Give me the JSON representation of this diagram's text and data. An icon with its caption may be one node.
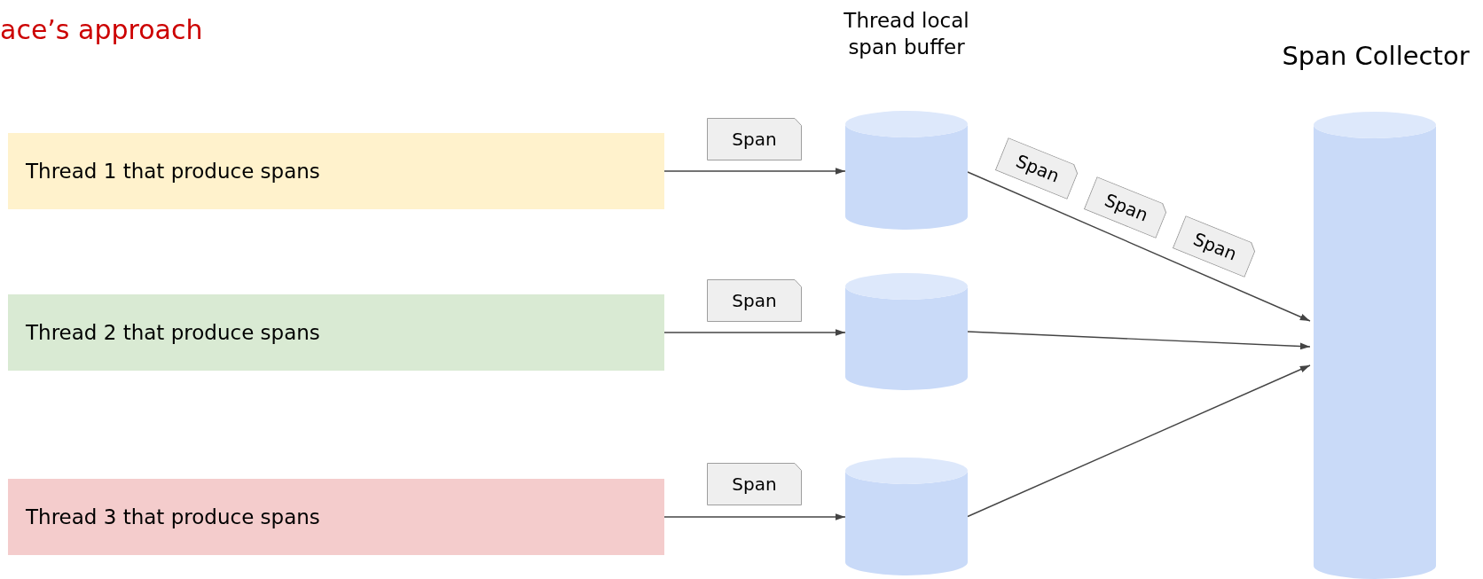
{
  "diagram": {
    "title": "ace’s approach",
    "nodes": [
      {
        "text": [
          "Thread 1 that produce spans"
        ]
      },
      {
        "text": [
          "Thread 2 that produce spans"
        ]
      },
      {
        "text": [
          "Thread 3 that produce spans"
        ]
      },
      {
        "text": [
          "Span"
        ]
      },
      {
        "text": [
          "Span"
        ]
      },
      {
        "text": [
          "Span"
        ]
      },
      {
        "text": [],
        "shape": "cylinder"
      },
      {
        "text": [],
        "shape": "cylinder"
      },
      {
        "text": [],
        "shape": "cylinder"
      },
      {
        "text": [
          "Span"
        ]
      },
      {
        "text": [
          "Span"
        ]
      },
      {
        "text": [
          "Span"
        ]
      },
      {
        "text": [
          "Span Collector"
        ]
      }
    ],
    "edges": [
      {
        "from": 0,
        "to": 6,
        "arrow": "to"
      },
      {
        "from": 1,
        "to": 7,
        "arrow": "to"
      },
      {
        "from": 2,
        "to": 8,
        "arrow": "to"
      },
      {
        "from": 6,
        "to": 12,
        "arrow": "to"
      },
      {
        "from": 7,
        "to": 12,
        "arrow": "to"
      },
      {
        "from": 8,
        "to": 12,
        "arrow": "to"
      }
    ],
    "labels": [
      "Thread local span buffer"
    ]
  }
}
